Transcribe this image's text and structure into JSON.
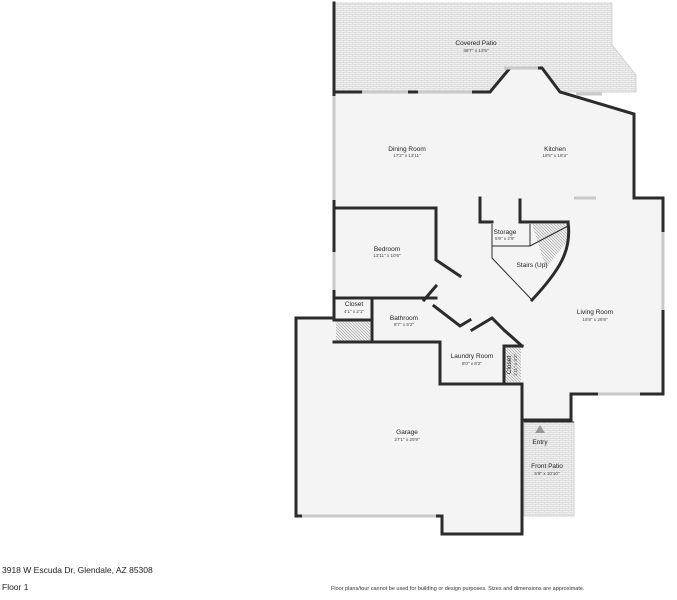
{
  "address": "3918 W Escuda Dr, Glendale, AZ 85308",
  "floor_label": "Floor 1",
  "disclaimer": "Floor plans/tour cannot be used for building or design purposes. Sizes and dimensions are approximate.",
  "rooms": {
    "covered_patio": {
      "name": "Covered Patio",
      "dim": "36'7\" x 13'5\""
    },
    "dining_room": {
      "name": "Dining Room",
      "dim": "17'2\" x 13'11\""
    },
    "kitchen": {
      "name": "Kitchen",
      "dim": "18'5\" x 18'3\""
    },
    "bedroom": {
      "name": "Bedroom",
      "dim": "13'11\" x 10'6\""
    },
    "storage": {
      "name": "Storage",
      "dim": "5'9\" x 2'9\""
    },
    "stairs": {
      "name": "Stairs (Up)"
    },
    "closet_1": {
      "name": "Closet",
      "dim": "4'1\" x 2'1\""
    },
    "bathroom": {
      "name": "Bathroom",
      "dim": "8'7\" x 5'2\""
    },
    "living_room": {
      "name": "Living Room",
      "dim": "16'8\" x 26'8\""
    },
    "laundry_room": {
      "name": "Laundry Room",
      "dim": "8'0\" x 8'2\""
    },
    "closet_2": {
      "name": "Closet",
      "dim": "1'11\" x 4'3\""
    },
    "garage": {
      "name": "Garage",
      "dim": "27'1\" x 25'9\""
    },
    "entry": {
      "name": "Entry"
    },
    "front_patio": {
      "name": "Front Patio",
      "dim": "5'9\" x 10'10\""
    }
  },
  "colors": {
    "wall": "#2b2b2b",
    "floor": "#f4f4f4",
    "patio": "#eeeeee",
    "window": "#c9c9c9"
  }
}
